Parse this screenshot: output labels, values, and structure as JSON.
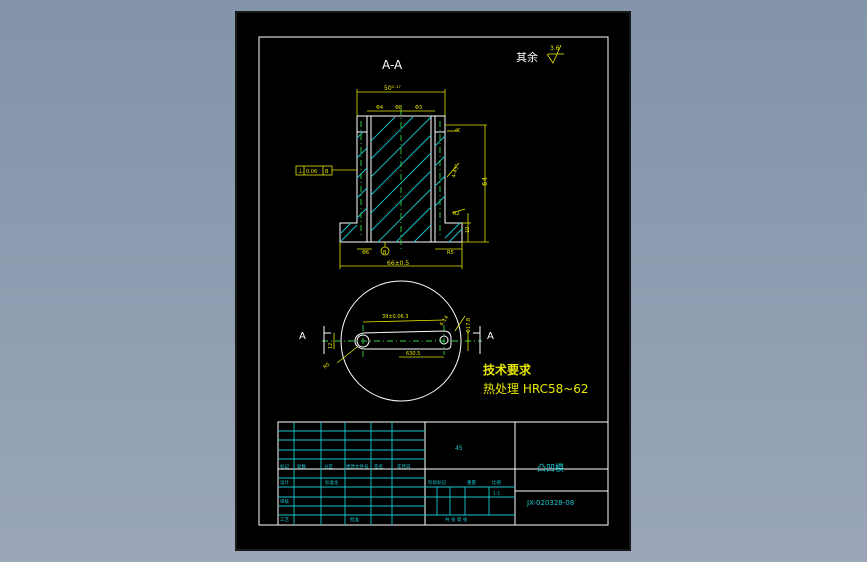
{
  "section_title": "A-A",
  "surface_roughness": {
    "label": "其余",
    "value": "3.6"
  },
  "dimensions": {
    "top_width": "50⁰⋅¹⁷",
    "phi4": "Φ4",
    "phi8": "Φ8",
    "phi3": "Φ3",
    "r_top": "R",
    "height": "64",
    "r_chamfer": "R2",
    "base_height": "10",
    "phi6": "Φ6",
    "circle_b": "B",
    "right_ledge": "R5",
    "base_width": "66±0.5",
    "slot_angle": "4-45°",
    "slot_len": "39±0.06.3",
    "slot_width": "6.14",
    "right_tol": "Φ17.8",
    "r6": "R6",
    "left_dim": "12",
    "bottom_slot": "630.5",
    "radius_lower": "R5",
    "tolerance_frame": [
      "⊥",
      "0.06",
      "B"
    ]
  },
  "section_arrow_label": "A",
  "tech_req": {
    "heading": "技术要求",
    "line": "热处理 HRC58~62"
  },
  "title_block": {
    "material": "45",
    "part_name": "凸凹模",
    "drawing_no": "JX-020328-08",
    "row_labels": [
      "标记",
      "处数",
      "分区",
      "更改文件号",
      "签名",
      "年月日"
    ],
    "design_row": [
      "设计",
      "标准化",
      "",
      "阶段标记",
      "重量",
      "比例"
    ],
    "check_row": [
      "审核",
      "",
      "",
      "",
      "",
      ""
    ],
    "process_row": [
      "工艺",
      "",
      "批准",
      "",
      "",
      ""
    ],
    "scale": "1:1",
    "sheet_info": "共 张 第 张"
  }
}
